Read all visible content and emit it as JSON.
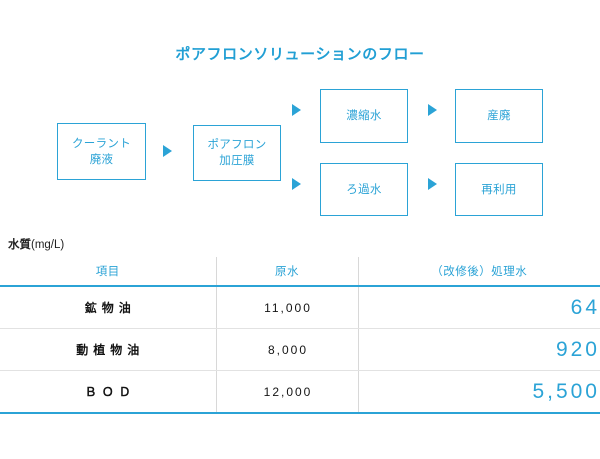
{
  "flow": {
    "title": "ポアフロンソリューションのフロー",
    "boxes": {
      "coolant": {
        "line1": "クーラント",
        "line2": "廃液"
      },
      "poreflon": {
        "line1": "ポアフロン",
        "line2": "加圧膜"
      },
      "concentrate": {
        "line1": "濃縮水"
      },
      "filtrate": {
        "line1": "ろ過水"
      },
      "industrial_waste": {
        "line1": "産廃"
      },
      "reuse": {
        "line1": "再利用"
      }
    },
    "arrow_icon": "triangle-right-icon"
  },
  "table": {
    "caption_label": "水質",
    "caption_unit": "(mg/L)",
    "headers": [
      "項目",
      "原水",
      "（改修後）処理水"
    ],
    "rows": [
      {
        "item": "鉱物油",
        "raw": "11,000",
        "treated": "64"
      },
      {
        "item": "動植物油",
        "raw": "8,000",
        "treated": "920"
      },
      {
        "item": "ＢＯＤ",
        "raw": "12,000",
        "treated": "5,500"
      }
    ]
  },
  "colors": {
    "accent": "#2ba3d6",
    "text": "#141414",
    "rule_light": "#e2e2e2",
    "background": "#ffffff"
  }
}
